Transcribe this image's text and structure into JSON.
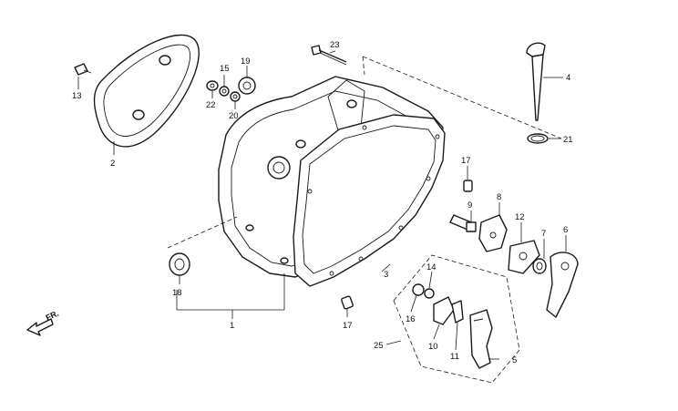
{
  "labels": {
    "l1": "1",
    "l2": "2",
    "l3": "3",
    "l4": "4",
    "l5": "5",
    "l6": "6",
    "l7": "7",
    "l8": "8",
    "l9": "9",
    "l10": "10",
    "l11": "11",
    "l12": "12",
    "l13": "13",
    "l14": "14",
    "l15": "15",
    "l16": "16",
    "l17a": "17",
    "l17b": "17",
    "l18": "18",
    "l19": "19",
    "l20": "20",
    "l21": "21",
    "l22": "22",
    "l23": "23",
    "l25": "25"
  },
  "direction": {
    "text": "FR."
  }
}
